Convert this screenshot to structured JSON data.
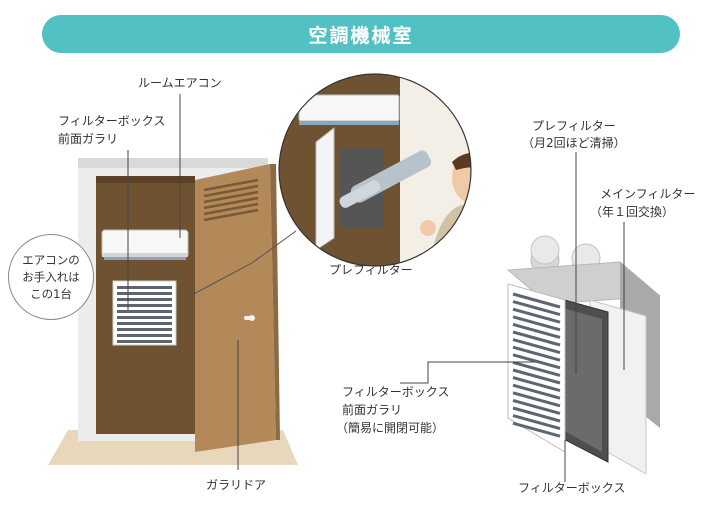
{
  "title": "空調機械室",
  "labels": {
    "room_aircon": "ルームエアコン",
    "filterbox_grille_top_l1": "フィルターボックス",
    "filterbox_grille_top_l2": "前面ガラリ",
    "pre_filter_zoom": "プレフィルター",
    "pre_filter_l1": "プレフィルター",
    "pre_filter_l2": "（月2回ほど清掃）",
    "main_filter_l1": "メインフィルター",
    "main_filter_l2": "（年１回交換）",
    "louver_door": "ガラリドア",
    "filterbox_grille_l1": "フィルターボックス",
    "filterbox_grille_l2": "前面ガラリ",
    "filterbox_grille_l3": "（簡易に開閉可能）",
    "filter_box": "フィルターボックス"
  },
  "callout": {
    "line1": "エアコンの",
    "line2": "お手入れは",
    "line3": "この1台"
  },
  "colors": {
    "accent": "#52c1c4",
    "wood": "#b4895a",
    "wood_dark": "#7a5a36",
    "floor": "#e7d3b5"
  }
}
